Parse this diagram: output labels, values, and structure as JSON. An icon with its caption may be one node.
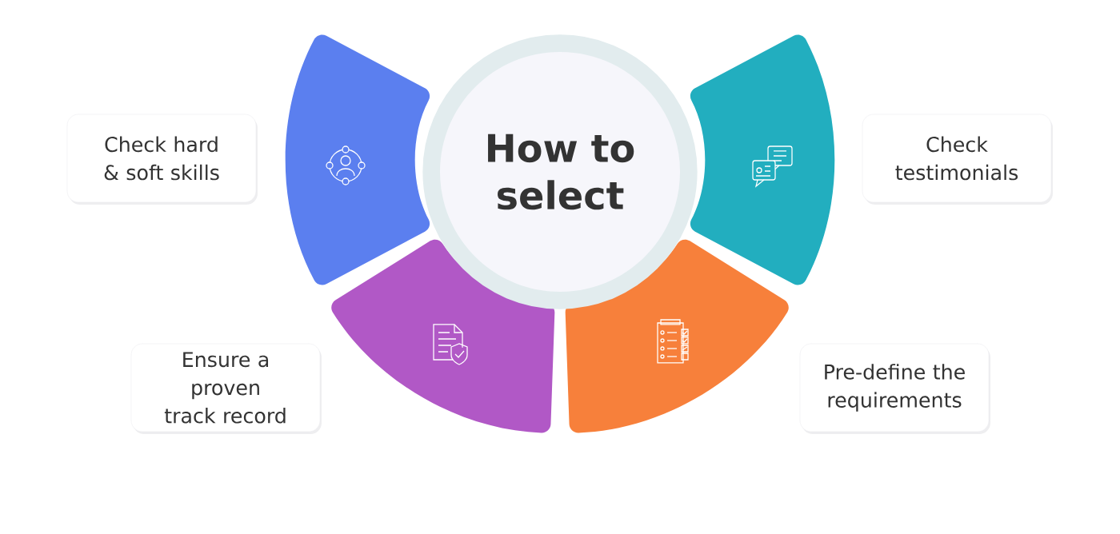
{
  "diagram": {
    "nodes": [
      {
        "text": [
          "How to select"
        ]
      },
      {
        "text": [
          "Check hard & soft skills"
        ]
      },
      {
        "text": [
          "Check testimonials"
        ]
      },
      {
        "text": [
          "Ensure a proven track record"
        ]
      },
      {
        "text": [
          "Pre-define the requirements"
        ]
      }
    ]
  }
}
